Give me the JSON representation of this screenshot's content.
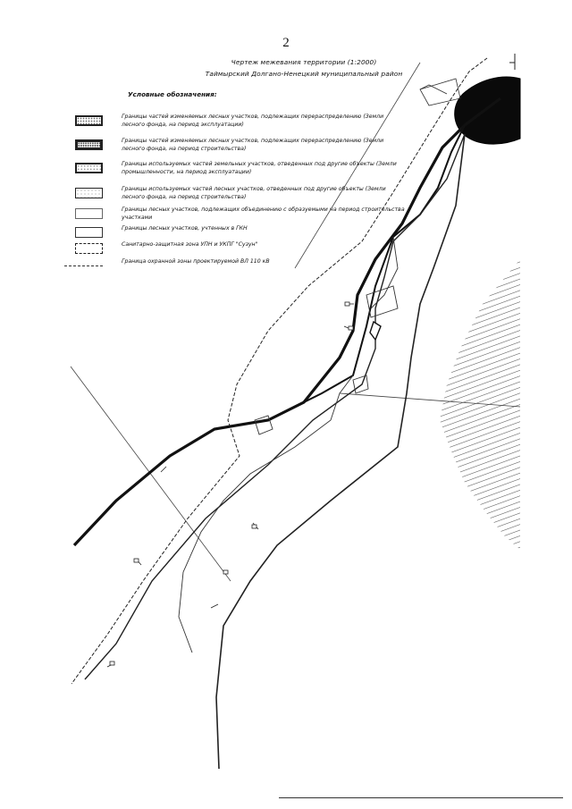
{
  "page": {
    "number": "2"
  },
  "title": {
    "line1": "Чертеж межевания территории (1:2000)",
    "line2": "Таймырский Долгано-Ненецкий муниципальный район"
  },
  "legend": {
    "heading": "Условные обозначения:",
    "items": [
      {
        "style": "dotted-heavy",
        "text": "Границы частей изменяемых лесных участков, подлежащих перераспределению (Земли лесного фонда, на период эксплуатации)"
      },
      {
        "style": "dotted-thick",
        "text": "Границы частей изменяемых лесных участков, подлежащих перераспределению (Земли лесного фонда, на период строительства)"
      },
      {
        "style": "dotted-light",
        "text": "Границы испольэуемых частей земельных участков, отведенных под другие объекты (Земли промышленности, на период эксплуатации)"
      },
      {
        "style": "dotted-sparse",
        "text": "Границы используемых частей лесных участков, отведенных под другие объекты (Земли лесного фонда, на период строительства)"
      },
      {
        "style": "plain",
        "text": "Границы лесных участков, подлежащих объединению с образуемыми на период строительства участками"
      },
      {
        "style": "thin",
        "text": "Границы лесных участков, учтенных в ГКН"
      },
      {
        "style": "dashed",
        "text": "Санитарно-защитная зона УПН и УКПГ \"Сузун\""
      },
      {
        "style": "line",
        "text": "Граница охранной зоны проектируемой ВЛ 110 кВ"
      }
    ]
  },
  "map": {
    "hatch_color": "#555555",
    "line_color": "#111111",
    "fill_color": "#0a0a0a"
  }
}
